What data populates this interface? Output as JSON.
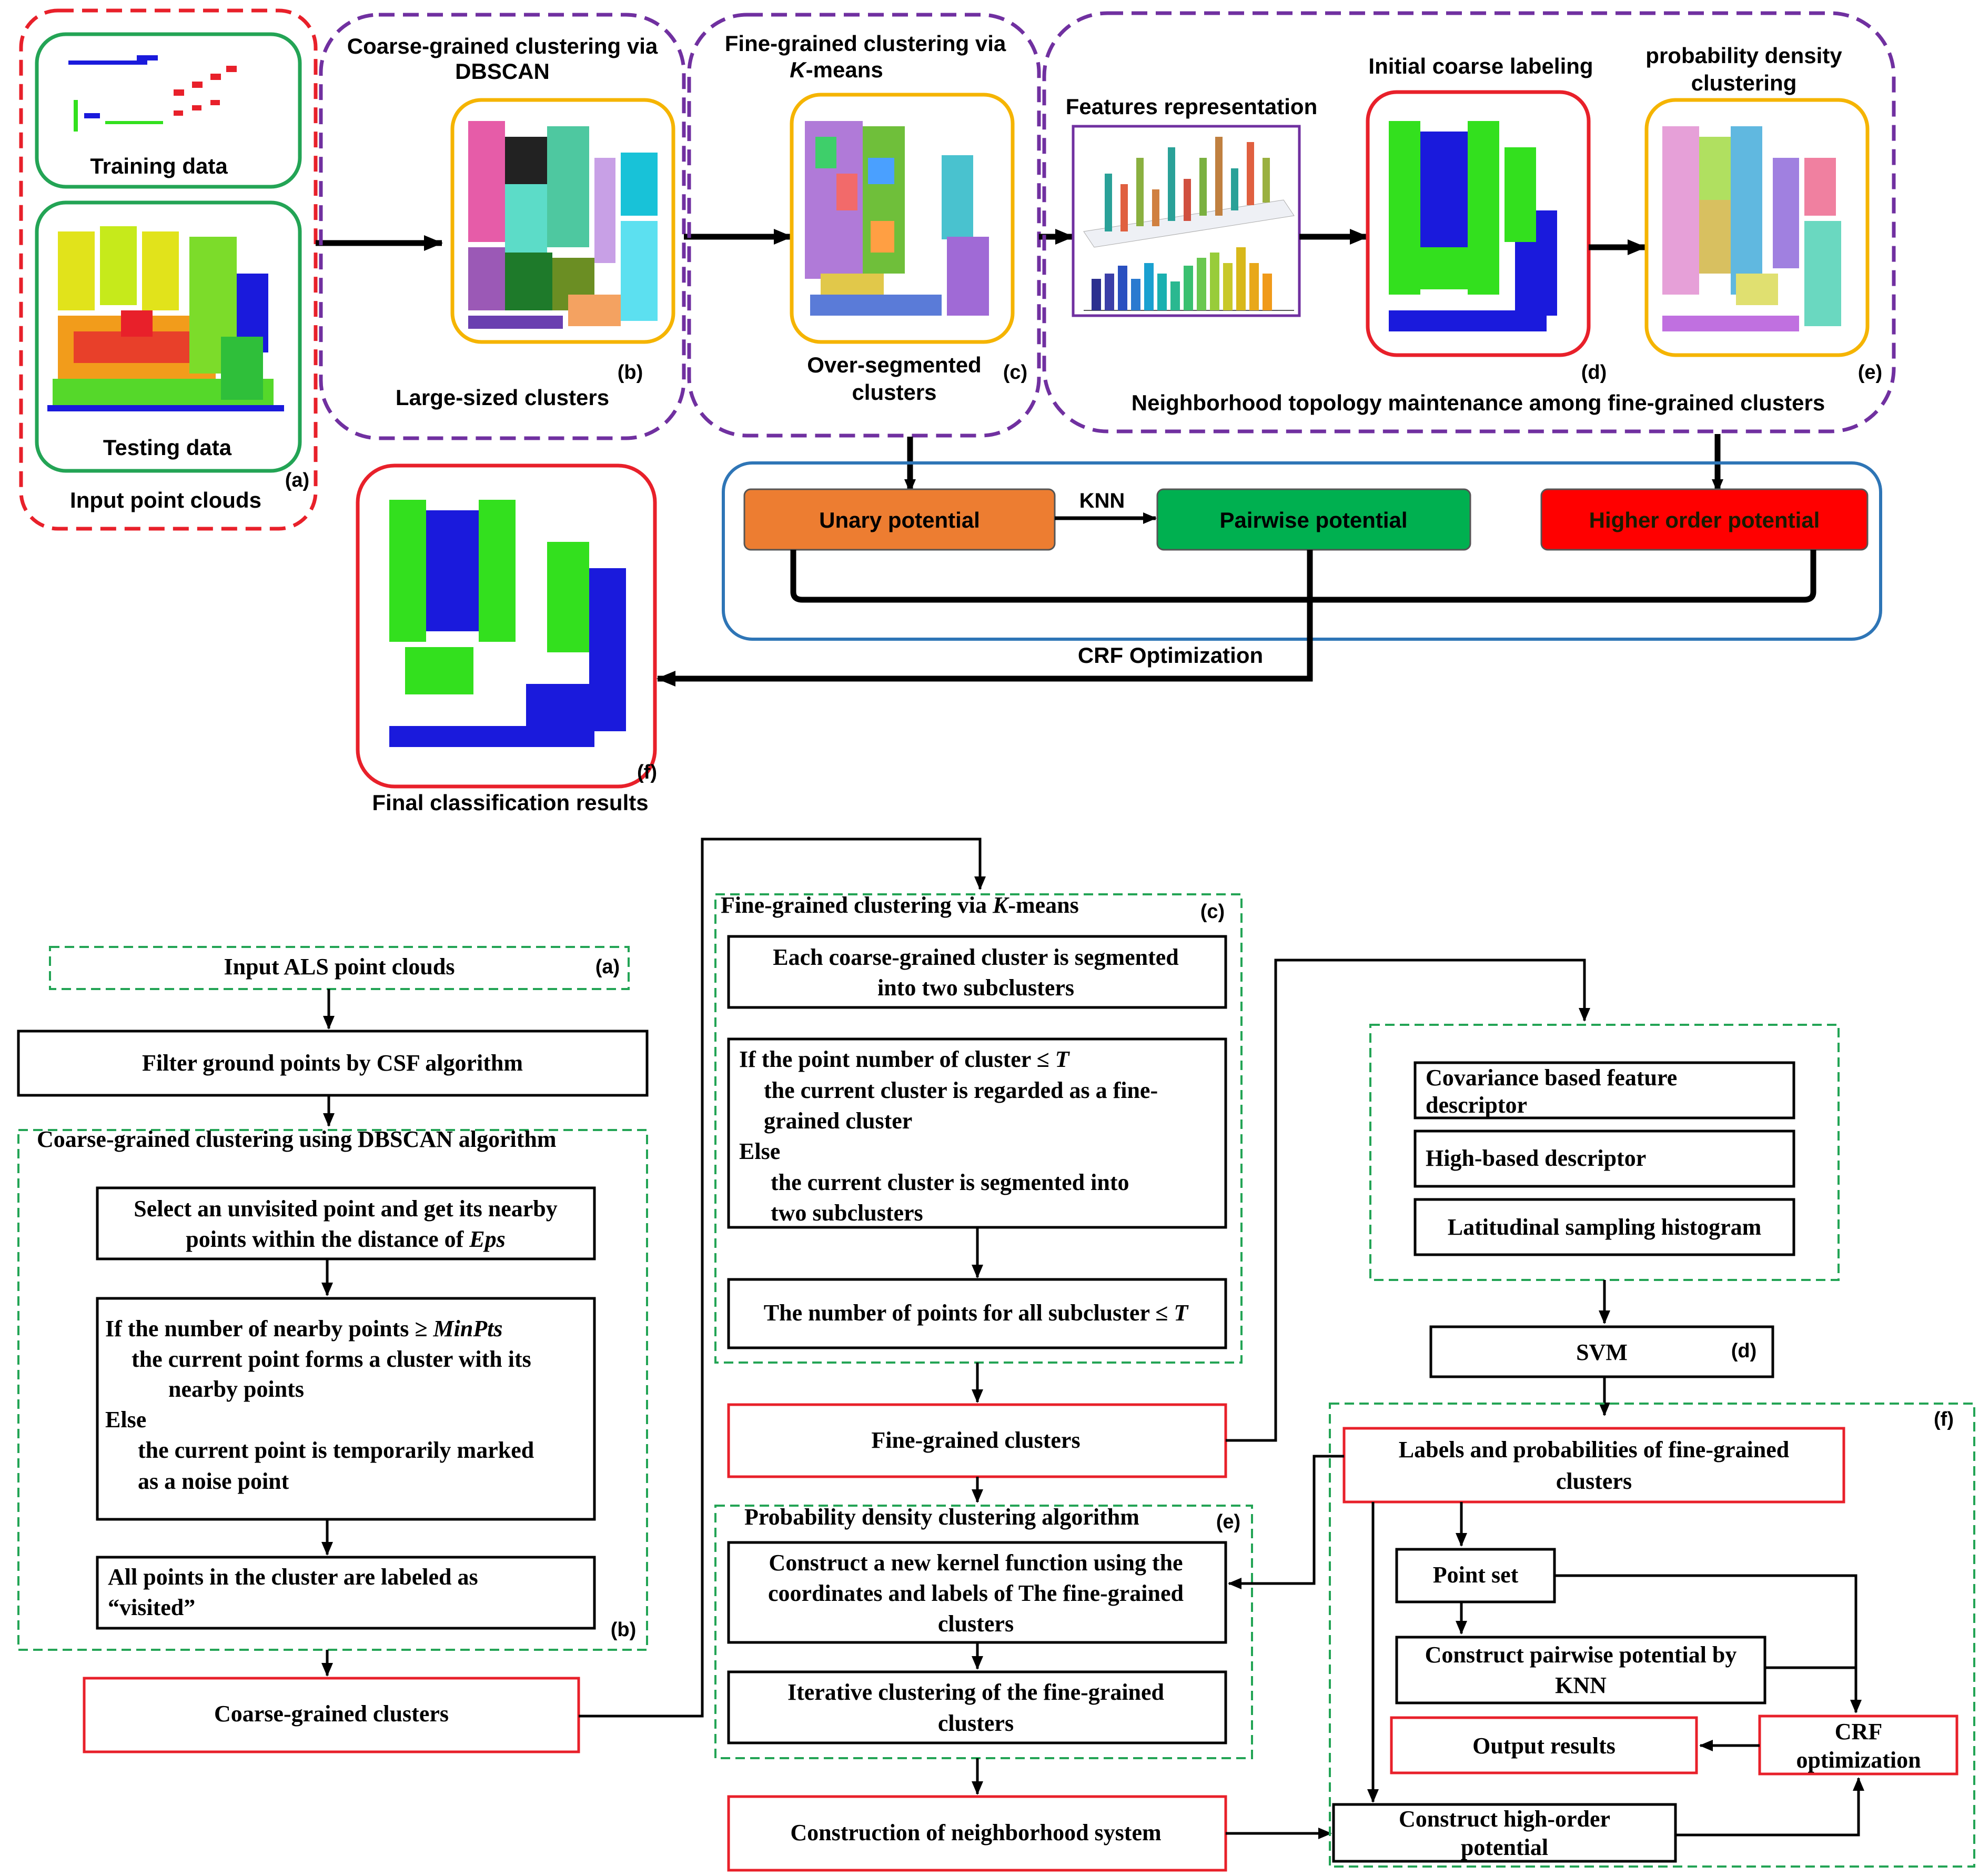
{
  "colors": {
    "red": "#e8202a",
    "green": "#23a455",
    "purple": "#7030a0",
    "orange": "#f5b400",
    "blue": "#2e75b6",
    "unary": "#ed7d31",
    "pairwise": "#00b050",
    "higher": "#ff0000",
    "point_green": "#33e01e",
    "point_blue": "#1a1adc"
  },
  "top": {
    "a": {
      "training": "Training data",
      "testing": "Testing data",
      "caption": "Input point clouds",
      "tag": "(a)"
    },
    "b": {
      "title_line1": "Coarse-grained clustering via",
      "title_line2": "DBSCAN",
      "caption": "Large-sized clusters",
      "tag": "(b)"
    },
    "c": {
      "title_line1": "Fine-grained clustering via",
      "title_k": "K",
      "title_line2": "-means",
      "caption_line1": "Over-segmented",
      "caption_line2": "clusters",
      "tag": "(c)"
    },
    "features": "Features representation",
    "d": {
      "title": "Initial coarse labeling",
      "tag": "(d)"
    },
    "e": {
      "title_line1": "probability density",
      "title_line2": "clustering",
      "tag": "(e)"
    },
    "neighborhood": "Neighborhood topology maintenance among fine-grained clusters",
    "unary": "Unary potential",
    "knn": "KNN",
    "pairwise": "Pairwise potential",
    "higher": "Higher order potential",
    "crf": "CRF Optimization",
    "f": {
      "caption": "Final classification results",
      "tag": "(f)"
    }
  },
  "flow": {
    "a_box": "Input ALS point clouds",
    "a_tag": "(a)",
    "csf": "Filter ground points by CSF algorithm",
    "dbscan_title": "Coarse-grained clustering using DBSCAN algorithm",
    "select_line1": "Select an unvisited point and get its nearby",
    "select_line2": "points within the distance of",
    "select_eps": "Eps",
    "cond_line1": "If the number of nearby points ≥",
    "cond_minpts": "MinPts",
    "cond_line2": "the current point forms a cluster with its",
    "cond_line3": "nearby points",
    "cond_else": "Else",
    "cond_line4": "the current point is temporarily marked",
    "cond_line5": "as a noise point",
    "visited_line1": "All points in the cluster are labeled as",
    "visited_line2": "“visited”",
    "b_tag": "(b)",
    "coarse": "Coarse-grained clusters",
    "kmeans_title": "Fine-grained clustering via",
    "kmeans_k": "K",
    "kmeans_title2": "-means",
    "c_tag": "(c)",
    "seg_line1": "Each coarse-grained cluster is segmented",
    "seg_line2": "into two subclusters",
    "if_line1": "If the point number of cluster ≤",
    "if_t": "T",
    "if_line2": "the current cluster is regarded as a fine-",
    "if_line3": "grained cluster",
    "if_else": "Else",
    "if_line4": "the current cluster is segmented into",
    "if_line5": "two subclusters",
    "all_sub": "The number of points for all subcluster ≤",
    "all_t": "T",
    "fine": "Fine-grained clusters",
    "pdc_title": "Probability density clustering algorithm",
    "e_tag": "(e)",
    "kernel_line1": "Construct a new kernel function using the",
    "kernel_line2": "coordinates and labels of The fine-grained",
    "kernel_line3": "clusters",
    "iter_line1": "Iterative clustering of the fine-grained",
    "iter_line2": "clusters",
    "neigh": "Construction of neighborhood system",
    "cov_line1": "Covariance based feature",
    "cov_line2": "descriptor",
    "high_desc": "High-based descriptor",
    "lat": "Latitudinal sampling histogram",
    "svm": "SVM",
    "d_tag": "(d)",
    "f_tag": "(f)",
    "labels_line1": "Labels and probabilities of fine-grained",
    "labels_line2": "clusters",
    "pointset": "Point set",
    "pairwise_line1": "Construct pairwise potential by",
    "pairwise_line2": "KNN",
    "output": "Output results",
    "crf_line1": "CRF",
    "crf_line2": "optimization",
    "highorder_line1": "Construct high-order",
    "highorder_line2": "potential"
  }
}
